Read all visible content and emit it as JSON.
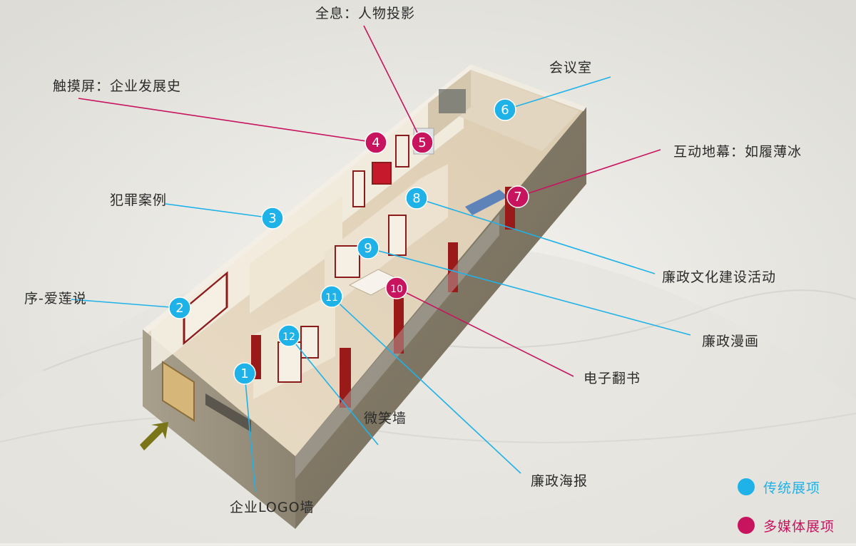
{
  "colors": {
    "traditional": "#1fb2e8",
    "multimedia": "#c8145f",
    "background": "#efeeea",
    "arrow": "#7a7519"
  },
  "callouts": [
    {
      "id": "c1",
      "label": "企业LOGO墙",
      "number": "1",
      "type": "traditional"
    },
    {
      "id": "c2",
      "label": "序-爱莲说",
      "number": "2",
      "type": "traditional"
    },
    {
      "id": "c3",
      "label": "犯罪案例",
      "number": "3",
      "type": "traditional"
    },
    {
      "id": "c4",
      "label": "触摸屏：企业发展史",
      "number": "4",
      "type": "multimedia"
    },
    {
      "id": "c5",
      "label": "全息：人物投影",
      "number": "5",
      "type": "multimedia"
    },
    {
      "id": "c6",
      "label": "会议室",
      "number": "6",
      "type": "traditional"
    },
    {
      "id": "c7",
      "label": "互动地幕：如履薄冰",
      "number": "7",
      "type": "multimedia"
    },
    {
      "id": "c8",
      "label": "廉政文化建设活动",
      "number": "8",
      "type": "traditional"
    },
    {
      "id": "c9",
      "label": "廉政漫画",
      "number": "9",
      "type": "traditional"
    },
    {
      "id": "c10",
      "label": "电子翻书",
      "number": "10",
      "type": "multimedia"
    },
    {
      "id": "c11",
      "label": "廉政海报",
      "number": "11",
      "type": "traditional"
    },
    {
      "id": "c12",
      "label": "微笑墙",
      "number": "12",
      "type": "traditional"
    }
  ],
  "legend": [
    {
      "label": "传统展项",
      "type": "traditional"
    },
    {
      "label": "多媒体展项",
      "type": "multimedia"
    }
  ]
}
